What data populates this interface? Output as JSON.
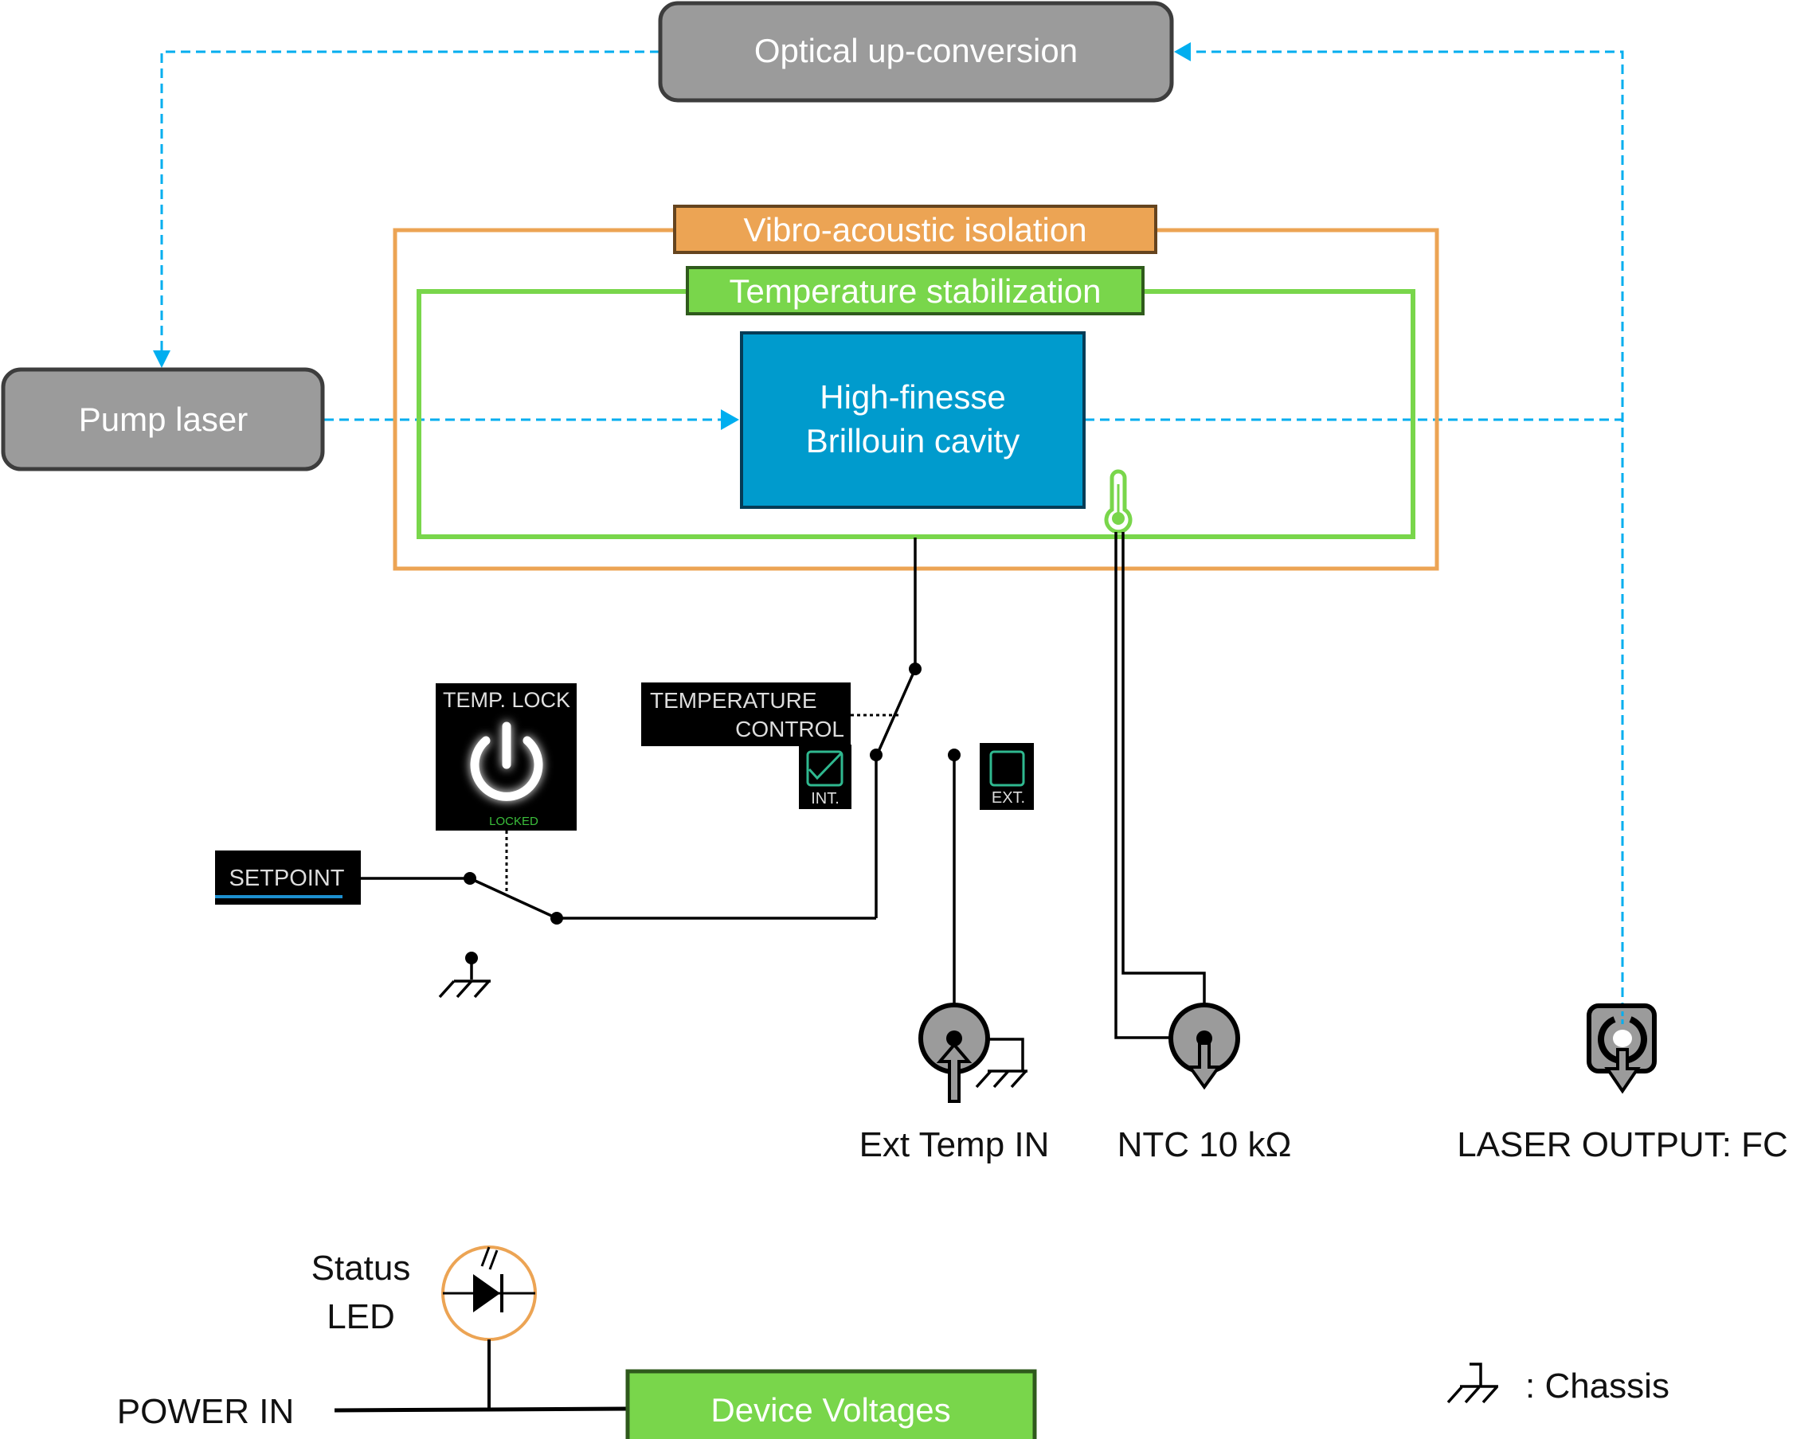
{
  "blocks": {
    "optical_upconversion": "Optical up-conversion",
    "pump_laser": "Pump laser",
    "vibro_isolation": "Vibro-acoustic isolation",
    "temp_stabilization": "Temperature stabilization",
    "cavity_line1": "High-finesse",
    "cavity_line2": "Brillouin cavity",
    "device_voltages": "Device Voltages"
  },
  "panels": {
    "temp_lock_title": "TEMP. LOCK",
    "temp_lock_status": "LOCKED",
    "setpoint": "SETPOINT",
    "temp_control_line1": "TEMPERATURE",
    "temp_control_line2": "CONTROL",
    "int_label": "INT.",
    "ext_label": "EXT.",
    "int_checked": true,
    "ext_checked": false
  },
  "connectors": {
    "ext_temp_in": "Ext Temp IN",
    "ntc": "NTC 10 kΩ",
    "laser_output": "LASER OUTPUT: FC"
  },
  "power": {
    "status_line1": "Status",
    "status_line2": "LED",
    "power_in": "POWER IN"
  },
  "legend": {
    "chassis": ": Chassis"
  },
  "colors": {
    "optical_path": "#00aeef",
    "grey_block": "#9b9b9b",
    "grey_border": "#3d3d3d",
    "orange": "#eca454",
    "orange_border": "#65441f",
    "green": "#79d64b",
    "green_border": "#2f5a1c",
    "cavity_blue": "#009bcd",
    "cavity_border": "#053c56",
    "check_teal": "#2fb88f",
    "locked_green": "#3bbf3b"
  }
}
